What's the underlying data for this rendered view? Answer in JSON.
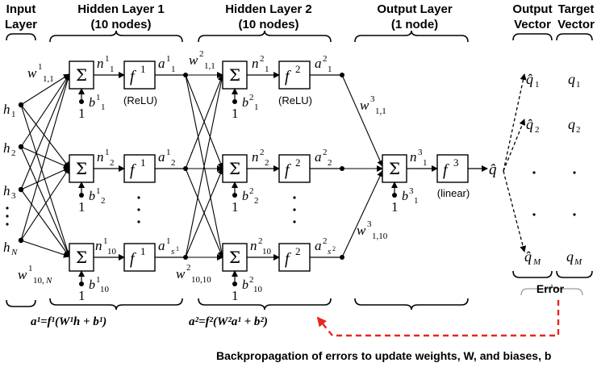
{
  "headers": {
    "input_layer": [
      "Input",
      "Layer"
    ],
    "hidden1": [
      "Hidden Layer 1",
      "(10 nodes)"
    ],
    "hidden2": [
      "Hidden Layer 2",
      "(10 nodes)"
    ],
    "output_layer": [
      "Output Layer",
      "(1 node)"
    ],
    "output_vector": [
      "Output",
      "Vector"
    ],
    "target_vector": [
      "Target",
      "Vector"
    ]
  },
  "inputs": [
    "h",
    "h",
    "h",
    "h"
  ],
  "input_subs": [
    "1",
    "2",
    "3",
    "N"
  ],
  "sigma": "Σ",
  "func": "f",
  "activations": {
    "relu": "(ReLU)",
    "linear": "(linear)"
  },
  "bias_one": "1",
  "output_symbol": "q̂",
  "output_vector": [
    "q̂",
    "q̂",
    "q̂"
  ],
  "output_subs": [
    "1",
    "2",
    "M"
  ],
  "target_vector": [
    "q",
    "q",
    "q"
  ],
  "target_subs": [
    "1",
    "2",
    "M"
  ],
  "error_label": "Error",
  "equations": {
    "layer1": "a¹=f¹(W¹h + b¹)",
    "layer2": "a²=f²(W²a¹ + b²)"
  },
  "footer": "Backpropagation of errors to update weights, W, and biases, b",
  "colors": {
    "backprop": "#e8261e",
    "stroke": "#000000",
    "bracket": "#9a9a9a"
  }
}
